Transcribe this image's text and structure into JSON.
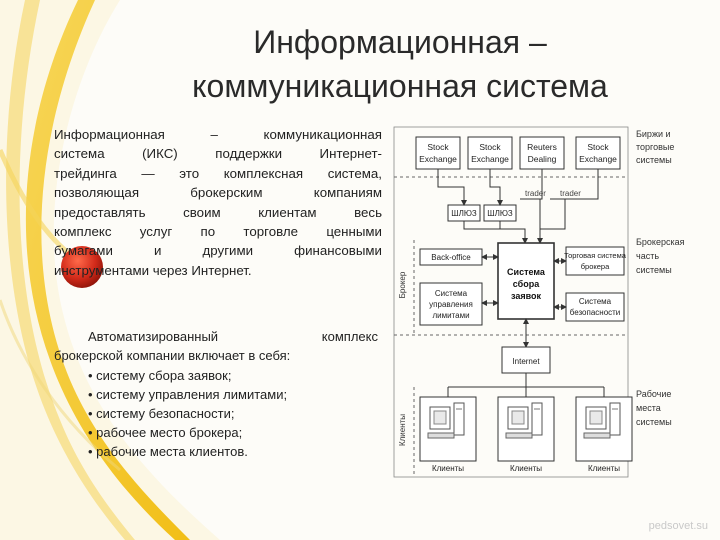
{
  "slide": {
    "title_line1": "Информационная –",
    "title_line2": "коммуникационная система",
    "paragraph_lines": [
      "Информационная  –  коммуникационная",
      "система  (ИКС)  поддержки  Интернет-",
      "трейдинга — это комплексная система,",
      "позволяющая  брокерским  компаниям",
      "предоставлять  своим  клиентам  весь",
      "комплекс  услуг  по  торговле  ценными",
      "бумагами  и  другими  финансовыми",
      "инструментами через Интернет."
    ],
    "lead_word1": "Автоматизированный",
    "lead_word2": "комплекс",
    "lead_line2": "брокерской компании включает в себя:",
    "list_items": [
      "• систему сбора заявок;",
      "• систему управления лимитами;",
      "• систему безопасности;",
      "• рабочее место брокера;",
      "• рабочие места клиентов."
    ],
    "watermark": "pedsovet.su"
  },
  "diagram": {
    "exchanges": [
      [
        "Stock",
        "Exchange"
      ],
      [
        "Stock",
        "Exchange"
      ],
      [
        "Reuters",
        "Dealing"
      ],
      [
        "Stock",
        "Exchange"
      ]
    ],
    "gateways": [
      "ШЛЮЗ",
      "ШЛЮЗ"
    ],
    "traders": [
      "trader",
      "trader"
    ],
    "back_office": "Back-office",
    "order_system": [
      "Система",
      "сбора",
      "заявок"
    ],
    "trading_system": [
      "Торговая система",
      "брокера"
    ],
    "limits_system": [
      "Система",
      "управления",
      "лимитами"
    ],
    "security_system": [
      "Система",
      "безопасности"
    ],
    "internet": "Internet",
    "clients": [
      "Клиенты",
      "Клиенты",
      "Клиенты"
    ],
    "left_labels": [
      "Брокер",
      "Клиенты"
    ],
    "right_labels": [
      [
        "Биржи и",
        "торговые",
        "системы"
      ],
      [
        "Брокерская",
        "часть",
        "системы"
      ],
      [
        "Рабочие",
        "места",
        "системы"
      ]
    ]
  },
  "colors": {
    "accent_yellow": "#f2c200",
    "accent_red": "#d22a1a",
    "box_fill": "#ffffff",
    "line": "#333333"
  }
}
